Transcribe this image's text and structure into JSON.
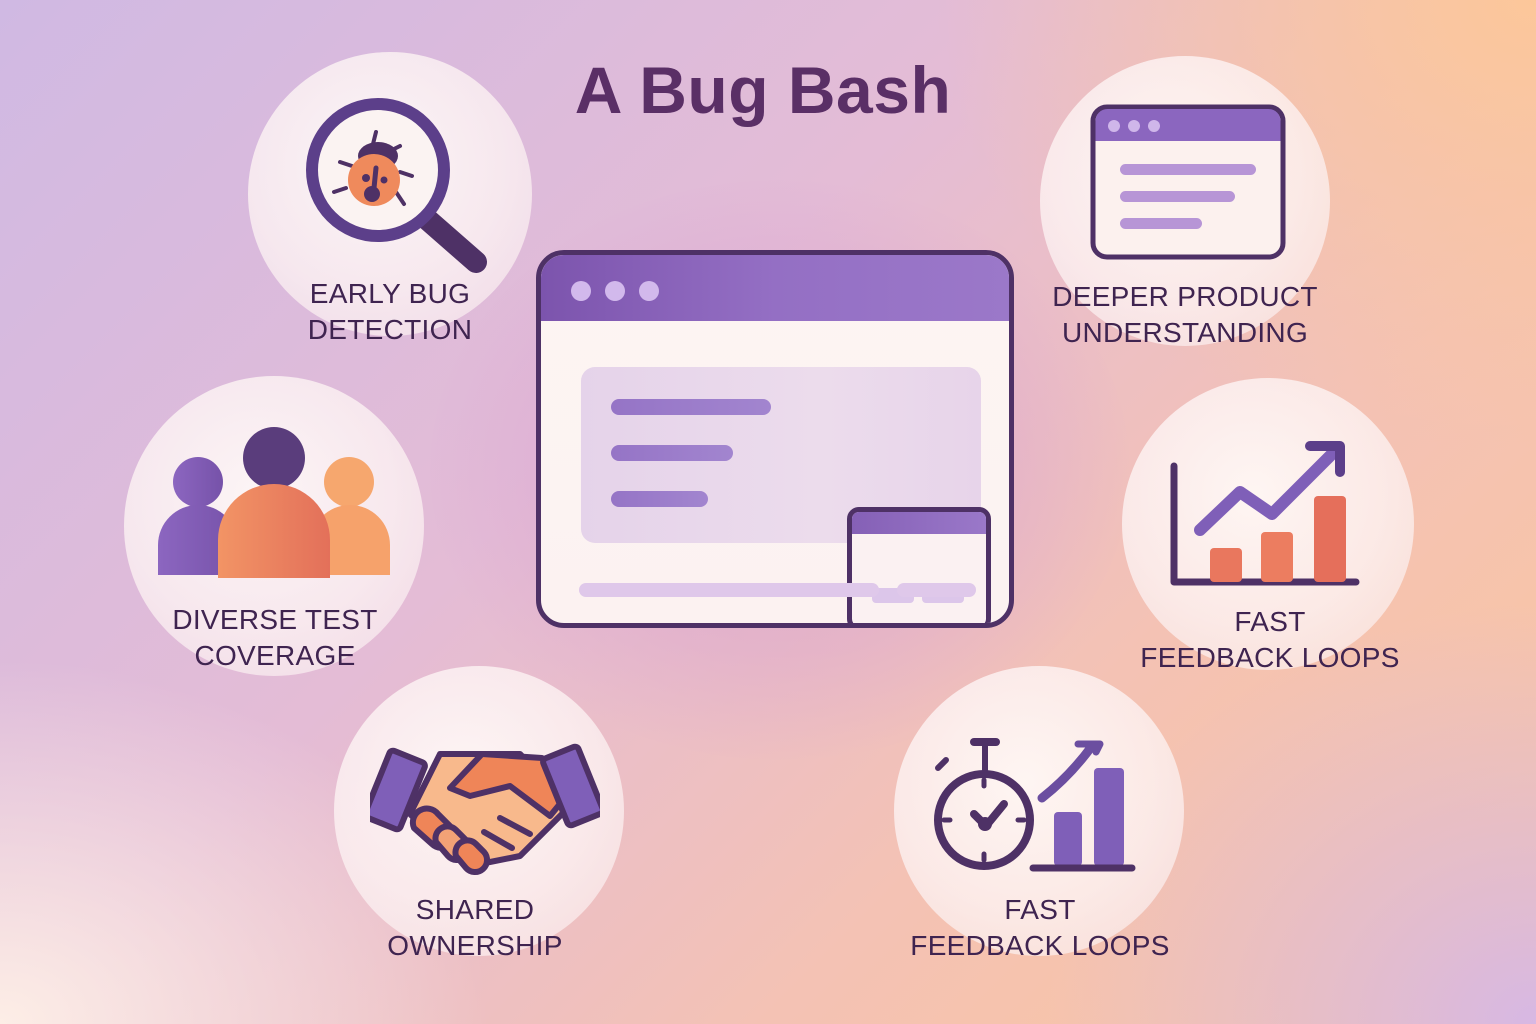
{
  "title": "A Bug Bash",
  "colors": {
    "title_text": "#5a2f66",
    "label_text": "#3f2450",
    "purple_dark": "#4e3166",
    "purple": "#7c5ab5",
    "orange": "#ef8a5c",
    "peach": "#f6a76e",
    "bg_top_left": "#d0b9e3",
    "bg_top_right": "#fbc69e",
    "bg_bottom_left": "#fdeee6",
    "bg_bottom_right": "#d7b8e4"
  },
  "center": {
    "icon": "browser-window-icon",
    "window_dots": 3
  },
  "benefits": [
    {
      "id": "early-bug-detection",
      "icon": "magnifier-bug-icon",
      "lines": [
        "EARLY BUG",
        "DETECTION"
      ]
    },
    {
      "id": "deeper-product-understanding",
      "icon": "browser-window-icon",
      "lines": [
        "DEEPER PRODUCT",
        "UNDERSTANDING"
      ]
    },
    {
      "id": "diverse-test-coverage",
      "icon": "people-group-icon",
      "lines": [
        "DIVERSE TEST",
        "COVERAGE"
      ]
    },
    {
      "id": "fast-feedback-loops-chart",
      "icon": "growth-chart-icon",
      "lines": [
        "FAST",
        "FEEDBACK LOOPS"
      ]
    },
    {
      "id": "shared-ownership",
      "icon": "handshake-icon",
      "lines": [
        "SHARED",
        "OWNERSHIP"
      ]
    },
    {
      "id": "fast-feedback-loops-stopwatch",
      "icon": "stopwatch-chart-icon",
      "lines": [
        "FAST",
        "FEEDBACK LOOPS"
      ]
    }
  ]
}
